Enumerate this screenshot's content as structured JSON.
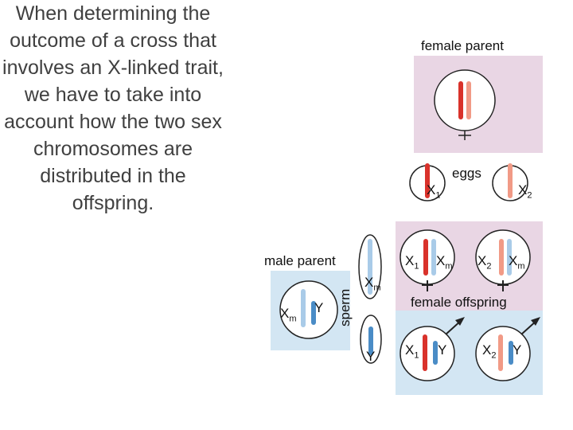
{
  "slide_text": "When determining the outcome of a cross that involves an X-linked trait, we have to take into account how the two sex chromosomes are distributed in the offspring.",
  "diagram": {
    "female_parent_label": "female parent",
    "eggs_label": "eggs",
    "male_parent_label": "male parent",
    "sperm_label": "sperm",
    "female_offspring_label": "female offspring",
    "egg_x1": {
      "base": "X",
      "sub": "1"
    },
    "egg_x2": {
      "base": "X",
      "sub": "2"
    },
    "male_xm": {
      "base": "X",
      "sub": "m"
    },
    "male_y": "Y",
    "sperm_xm": {
      "base": "X",
      "sub": "m"
    },
    "sperm_y": "Y",
    "f1_a": {
      "base": "X",
      "sub": "1"
    },
    "f1_b": {
      "base": "X",
      "sub": "m"
    },
    "f2_a": {
      "base": "X",
      "sub": "2"
    },
    "f2_b": {
      "base": "X",
      "sub": "m"
    },
    "m1_a": {
      "base": "X",
      "sub": "1"
    },
    "m1_b": "Y",
    "m2_a": {
      "base": "X",
      "sub": "2"
    },
    "m2_b": "Y"
  },
  "colors": {
    "female_bg": "#e9d6e4",
    "male_bg": "#d3e6f3",
    "red": "#d9322b",
    "pink": "#f19a86",
    "blue": "#4a8cc6",
    "light_blue": "#a9cbe8"
  }
}
